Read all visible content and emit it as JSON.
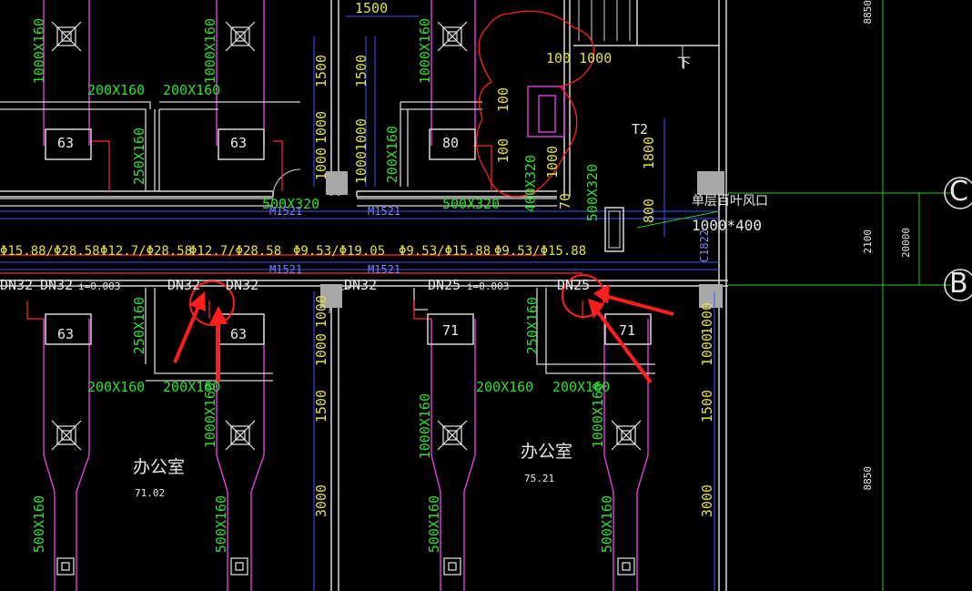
{
  "rooms": {
    "left": {
      "name": "办公室",
      "area": "71.02"
    },
    "right": {
      "name": "办公室",
      "area": "75.21"
    }
  },
  "grid_axes": {
    "c": "C",
    "b": "B"
  },
  "dims_vertical": {
    "d8850": "8850",
    "d2100": "2100",
    "d20000": "20000",
    "d1500": "1500",
    "d1000": "1000",
    "d3000": "3000",
    "d1800": "1800",
    "d800": "800"
  },
  "dims_horizontal": {
    "d1500": "1500",
    "d1001000": "100 1000",
    "t2": "T2",
    "down": "下"
  },
  "ducts": {
    "d1000x160": "1000X160",
    "d200x160": "200X160",
    "d250x160": "250X160",
    "d500x320": "500X320",
    "d200x160b": "200X160",
    "d500x160": "500X160",
    "d400x320": "400X320"
  },
  "diffusers": {
    "n63": "63",
    "n80": "80",
    "n71": "71"
  },
  "refrigerant_pipes": {
    "p1": "Φ15.88/Φ28.58",
    "p2": "Φ12.7/Φ28.58",
    "p3": "Φ12.7/Φ28.58",
    "p4": "Φ9.53/Φ19.05",
    "p5": "Φ9.53/Φ15.88",
    "p6": "Φ9.53/Φ15.88"
  },
  "water_pipes": {
    "dn32": "DN32",
    "dn32b": "DN32",
    "dn32c": "DN32",
    "dn32d": "DN32",
    "dn25": "DN25",
    "dn25b": "DN25",
    "slope": "i=0.003"
  },
  "doors": {
    "m1521": "M1521"
  },
  "windows": {
    "c1822": "C1822"
  },
  "louver": {
    "label": "单层百叶风口",
    "size": "1000*400"
  },
  "shaft_labels": {
    "l100": "100",
    "l100b": "100",
    "l1000": "1000",
    "l70": "70"
  }
}
